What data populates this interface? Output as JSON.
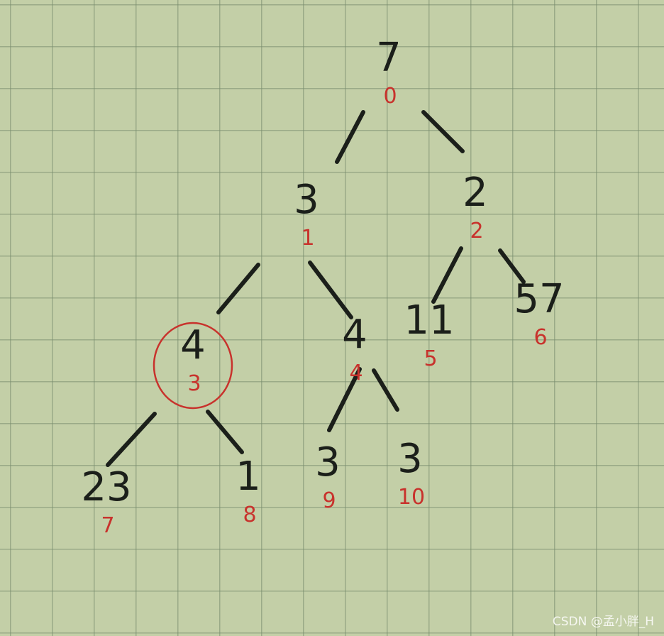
{
  "nodes": [
    {
      "value": "7",
      "index": "0"
    },
    {
      "value": "3",
      "index": "1"
    },
    {
      "value": "2",
      "index": "2"
    },
    {
      "value": "4",
      "index": "3",
      "circled": true
    },
    {
      "value": "4",
      "index": "4"
    },
    {
      "value": "11",
      "index": "5"
    },
    {
      "value": "57",
      "index": "6"
    },
    {
      "value": "23",
      "index": "7"
    },
    {
      "value": "1",
      "index": "8"
    },
    {
      "value": "3",
      "index": "9"
    },
    {
      "value": "3",
      "index": "10"
    }
  ],
  "edges": [
    [
      0,
      1
    ],
    [
      0,
      2
    ],
    [
      1,
      3
    ],
    [
      1,
      4
    ],
    [
      2,
      5
    ],
    [
      2,
      6
    ],
    [
      3,
      7
    ],
    [
      3,
      8
    ],
    [
      4,
      9
    ],
    [
      4,
      10
    ]
  ],
  "colors": {
    "value": "#1b1f1a",
    "index": "#c8322c",
    "paper": "#c3cfa7",
    "grid": "#7a8c6e"
  },
  "watermark": "CSDN @孟小胖_H"
}
